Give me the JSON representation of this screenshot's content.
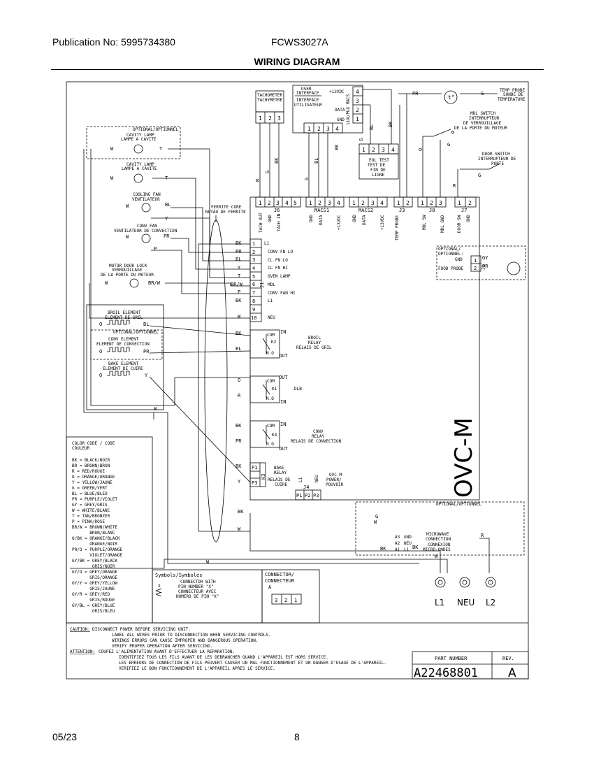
{
  "header": {
    "publication": "Publication No: 5995734380",
    "model": "FCWS3027A",
    "title": "WIRING DIAGRAM"
  },
  "footer": {
    "date": "05/23",
    "page": "8"
  },
  "components": {
    "tachometer": [
      "TACHOMETER",
      "TACHYMETRE"
    ],
    "tach_pins": [
      "1",
      "2",
      "3"
    ],
    "user_interface": [
      "USER",
      "INTERFACE",
      "INTERFACE",
      "UTILISATEUR"
    ],
    "ui_labels": {
      "vdc": "+13VDC",
      "data": "DATA",
      "gnd": "GND",
      "lux": "LUX/PUX MACS"
    },
    "ui_pins_right": [
      "4",
      "3",
      "2",
      "1"
    ],
    "ui_pins_bottom": [
      "1",
      "2",
      "3",
      "4"
    ],
    "eol_test": [
      "EOL TEST",
      "TEST DE",
      "FIN DE",
      "LIGNE"
    ],
    "eol_pins": [
      "1",
      "2",
      "3",
      "4"
    ],
    "temp_probe": [
      "TEMP PROBE",
      "SONDE DE",
      "TEMPERATURE"
    ],
    "mdl_switch": [
      "MDL SWITCH",
      "INTERRUPTEUR",
      "DE VERROUILLAGE",
      "DE LA PORTE DU MOTEUR"
    ],
    "door_switch": [
      "DOOR SWITCH",
      "INTERRUPTEUR DE",
      "PORTE"
    ],
    "cavity_lamp_opt": [
      "OPTIONAL/OPTIONNEL",
      "CAVITY LAMP",
      "LAMPE A CAVITE"
    ],
    "cavity_lamp": [
      "CAVITY LAMP",
      "LAMPE A CAVITE"
    ],
    "cooling_fan": [
      "COOLING FAN",
      "VENTILATEUR"
    ],
    "ferrite": [
      "FERRITE CORE",
      "NOYAU DE FERRITE"
    ],
    "conv_fan": [
      "CONV FAN",
      "VENTILATEUR DE CONVECTION"
    ],
    "door_lock": [
      "MOTOR DOOR LOCK",
      "VERROUILLAGE",
      "DE LA PORTE DU MOTEUR"
    ],
    "broil_element": [
      "BROIL ELEMENT",
      "ELEMENT DE GRIL"
    ],
    "conv_element": [
      "OPTIONAL/OPTIONNEL",
      "CONV ELEMENT",
      "ELEMENT DE CONVECTION"
    ],
    "bake_element": [
      "BAKE ELEMENT",
      "ELEMENT DE CUIRE"
    ],
    "connectors_top": [
      {
        "name": "J6",
        "pins": [
          "1",
          "2",
          "3",
          "4",
          "5"
        ],
        "labels": [
          "TACH OUT",
          "GND",
          "TACH IN"
        ]
      },
      {
        "name": "MACS1",
        "pins": [
          "1",
          "2",
          "3",
          "4"
        ],
        "labels": [
          "GND",
          "DATA",
          "+13VDC"
        ]
      },
      {
        "name": "MACS2",
        "pins": [
          "1",
          "2",
          "3",
          "4"
        ],
        "labels": [
          "GND",
          "DATA",
          "+13VDC"
        ]
      },
      {
        "name": "J3",
        "pins": [
          "1",
          "2"
        ],
        "labels": [
          "TEMP PROBE"
        ]
      },
      {
        "name": "J8",
        "pins": [
          "1",
          "2",
          "3"
        ],
        "labels": [
          "MDL SW",
          "MDL GND"
        ]
      },
      {
        "name": "J7",
        "pins": [
          "1",
          "2"
        ],
        "labels": [
          "DOOR SW",
          "GND"
        ]
      }
    ],
    "j1_pins": [
      {
        "pin": "1",
        "wire": "BK",
        "label": "L1"
      },
      {
        "pin": "2",
        "wire": "PR",
        "label": "CONV FN LO"
      },
      {
        "pin": "3",
        "wire": "BL",
        "label": "CL FN LO"
      },
      {
        "pin": "4",
        "wire": "Y",
        "label": "CL FN HI"
      },
      {
        "pin": "5",
        "wire": "T",
        "label": "OVEN LAMP"
      },
      {
        "pin": "6",
        "wire": "BR/W",
        "label": "MDL"
      },
      {
        "pin": "7",
        "wire": "P",
        "label": "CONV FAN HI"
      },
      {
        "pin": "8",
        "wire": "BK",
        "label": "L1"
      },
      {
        "pin": "9",
        "wire": "",
        "label": ""
      },
      {
        "pin": "10",
        "wire": "W",
        "label": "NEU"
      }
    ],
    "j1_name": "J1",
    "broil_relay": {
      "lines": [
        "BROIL",
        "RELAY",
        "RELAIS DE GRIL"
      ],
      "k": "K2",
      "com": "COM",
      "no": "N.O",
      "in": "IN",
      "out": "OUT"
    },
    "dlb_relay": {
      "lines": [
        "DLB"
      ],
      "k": "K1",
      "com": "COM",
      "no": "N.O",
      "in": "IN",
      "out": "OUT"
    },
    "conv_relay": {
      "lines": [
        "CONV",
        "RELAY",
        "RELAIS DE CONVECTION"
      ],
      "k": "K4",
      "com": "COM",
      "no": "N.O",
      "in": "IN",
      "out": "OUT"
    },
    "bake_relay": {
      "lines": [
        "BAKE",
        "RELAY",
        "RELAIS DE",
        "CUIRE"
      ],
      "k": "K3",
      "p1": "P1",
      "p3": "P3"
    },
    "j4": {
      "name": "J4",
      "pins": [
        "P1",
        "P2",
        "P3"
      ],
      "labels": [
        "L1",
        "NEU"
      ]
    },
    "ovcm_power": [
      "OVC-M",
      "POWER/",
      "POUVOIR"
    ],
    "board_name": "OVC-M",
    "food_probe": {
      "opt": [
        "OPTIONAL/",
        "OPTIONNEL:"
      ],
      "gnd": "GND",
      "probe": "FOOD PROBE",
      "pins": [
        "1",
        "2"
      ],
      "j": "J2"
    },
    "microwave": {
      "opt": "OPTIONAL/OPTIONNEL",
      "lines": [
        "MICROWAVE",
        "CONNECTION",
        "CONNEXION",
        "MICRO-ONDES"
      ],
      "pins": [
        "A3",
        "A2",
        "A1"
      ],
      "labels": [
        "GND",
        "NEU",
        "L1"
      ]
    },
    "terminals": [
      "L1",
      "NEU",
      "L2"
    ]
  },
  "wires": {
    "pr": "PR",
    "g": "G",
    "w": "W",
    "t": "T",
    "bl": "BL",
    "y": "Y",
    "p": "P",
    "brw": "BR/W",
    "o": "O",
    "bk": "BK",
    "r": "R",
    "gy": "GY"
  },
  "color_code": {
    "title": [
      "COLOR CODE / CODE",
      "COULEUR"
    ],
    "entries": [
      "BK = BLACK/NOIR",
      "BR = BROWN/BRUN",
      "R  = RED/ROUGE",
      "O  = ORANGE/ORANGE",
      "Y  = YELLOW/JAUNE",
      "G = GREEN/VERT",
      "BL = BLUE/BLEU",
      "PR = PURPLE/VIOLET",
      "GY = GREY/GRIS",
      "W  = WHITE/BLANC",
      "T  = TAN/BRONZER",
      "P = PINK/ROSE",
      "BR/W = BROWN/WHITE",
      "       BRUN/BLANC",
      "O/BK = ORANGE/BLACK",
      "       ORANGE/NOIR",
      "PR/O = PURPLE/ORANGE",
      "       VIOLET/ORANGE",
      "GY/BK = GREY/BLACK",
      "        GRIS/NOIR",
      "GY/O = GREY/ORANGE",
      "       GRIS/ORANGE",
      "GY/Y = GREY/YELLOW",
      "       GRIS/JAUNE",
      "GY/R = GREY/RED",
      "       GRIS/ROUGE",
      "GY/BL = GREY/BLUE",
      "        GRIS/BLEU"
    ]
  },
  "symbols": {
    "title": "Symbols/Symboles",
    "x": "X",
    "lines": [
      "CONNECTOR WITH",
      "PIN NUMBER \"X\"",
      "CONNECTEUR AVEC",
      "NUMERO DE PIN \"X\""
    ]
  },
  "connector_box": {
    "lines": [
      "CONNECTOR/",
      "CONNECTEUR",
      "A"
    ],
    "pins": [
      "3",
      "2",
      "1"
    ]
  },
  "caution": {
    "l1_head": "CAUTION:",
    "l1": "DISCONNECT POWER BEFORE SERVICING UNIT.",
    "l2": "LABEL ALL WIRES PRIOR TO DISCONNECTION WHEN SERVICING CONTROLS.",
    "l3": "WIRINGS ERRORS CAN CAUSE IMPROPER AND DANGEROUS OPERATION.",
    "l4": "VERIFY PROPER OPERATION AFTER SERVICING.",
    "l5_head": "ATTENTION:",
    "l5": "COUPEZ L'ALIMENTATION AVANT D'EFFECTUER LA REPARATION.",
    "l6": "IDENTIFIEZ TOUS LES FILS AVANT DE LES DEBRANCHER QUAND L'APPAREIL EST HORS SERVICE.",
    "l7": "LES ERREURS DE CONNECTION DE FILS PEUVENT CAUSER UN MAL FONCTIONNEMENT ET UN DANGER D'USAGE DE L'APPAREIL.",
    "l8": "VERIFIEZ LE BON FONCTIONNEMENT DE L'APPAREIL APRES LE SERVICE."
  },
  "part": {
    "label": "PART NUMBER",
    "rev_label": "REV.",
    "number": "A22468801",
    "rev": "A"
  }
}
